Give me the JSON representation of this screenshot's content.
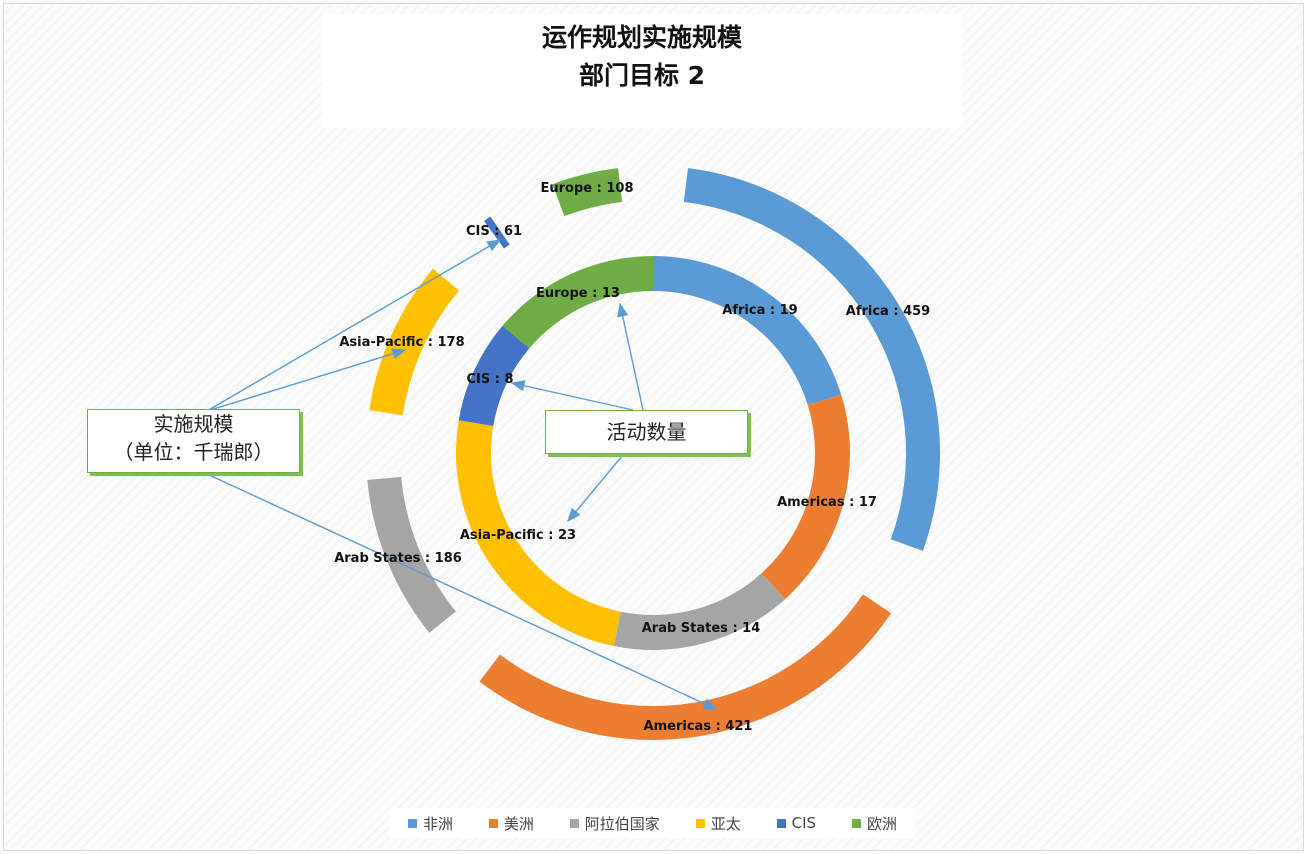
{
  "title_line1": "运作规划实施规模",
  "title_line2": "部门目标 2",
  "callouts": {
    "scale": {
      "line1": "实施规模",
      "line2": "（单位：千瑞郎）"
    },
    "count": {
      "line1": "活动数量"
    }
  },
  "colors": {
    "africa": "#5b9bd5",
    "americas": "#ed7d31",
    "arab": "#a5a5a5",
    "asia": "#ffc000",
    "cis": "#4472c4",
    "europe": "#70ad47",
    "arrow": "#5b9bd5"
  },
  "legend": [
    {
      "label": "非洲",
      "color": "#5b9bd5"
    },
    {
      "label": "美洲",
      "color": "#ed7d31"
    },
    {
      "label": "阿拉伯国家",
      "color": "#a5a5a5"
    },
    {
      "label": "亚太",
      "color": "#ffc000"
    },
    {
      "label": "CIS",
      "color": "#4472c4"
    },
    {
      "label": "欧洲",
      "color": "#70ad47"
    }
  ],
  "chart_data": [
    {
      "type": "pie",
      "variant": "exploded-ring",
      "series_label": "实施规模（单位：千瑞郎）",
      "categories": [
        "Africa",
        "Americas",
        "Arab States",
        "Asia-Pacific",
        "CIS",
        "Europe"
      ],
      "values": [
        459,
        421,
        186,
        178,
        61,
        108
      ],
      "data_labels": [
        "Africa  : 459",
        "Americas : 421",
        "Arab States : 186",
        "Asia-Pacific : 178",
        "CIS : 61",
        "Europe : 108"
      ]
    },
    {
      "type": "pie",
      "variant": "doughnut",
      "series_label": "活动数量",
      "categories": [
        "Africa",
        "Americas",
        "Arab States",
        "Asia-Pacific",
        "CIS",
        "Europe"
      ],
      "values": [
        19,
        17,
        14,
        23,
        8,
        13
      ],
      "data_labels": [
        "Africa  : 19",
        "Americas : 17",
        "Arab States : 14",
        "Asia-Pacific : 23",
        "CIS : 8",
        "Europe : 13"
      ]
    }
  ]
}
